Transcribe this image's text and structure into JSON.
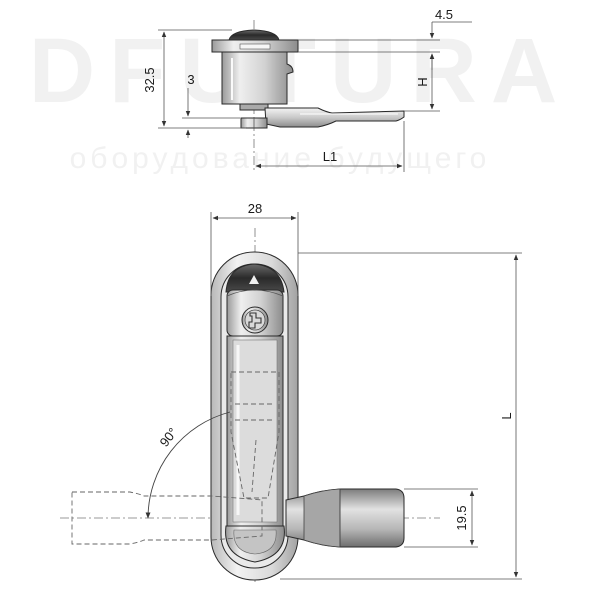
{
  "watermark": {
    "brand": "DFUTURA",
    "tagline": "оборудование будущего"
  },
  "side_view": {
    "dim_total_height": "32.5",
    "dim_flange": "3",
    "dim_top": "4.5",
    "dim_h": "H",
    "dim_l1": "L1"
  },
  "front_view": {
    "dim_width": "28",
    "dim_length": "L",
    "dim_handle_width": "19.5",
    "dim_angle": "90°"
  },
  "colors": {
    "metal_light": "#e6e6e6",
    "metal_mid": "#bdbdbd",
    "metal_dark": "#7a7a7a",
    "knob_black": "#2b2b2b"
  }
}
